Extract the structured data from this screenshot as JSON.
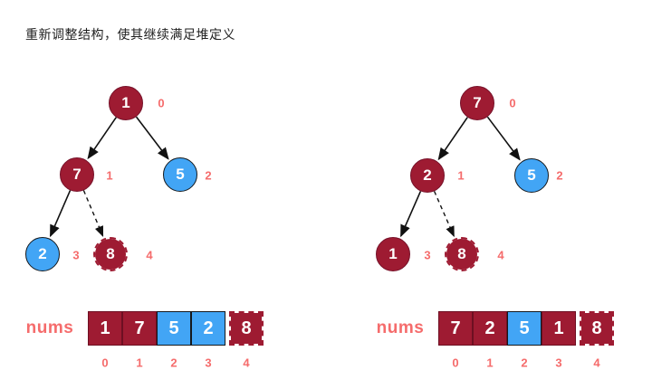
{
  "title": "重新调整结构，使其继续满足堆定义",
  "colors": {
    "node_red": "#9E1B32",
    "node_blue": "#42A5F5",
    "index_label": "#F56C6C",
    "arrow": "#111111"
  },
  "trees": [
    {
      "id": "left",
      "nodes": [
        {
          "value": "1",
          "index": "0",
          "style": "red"
        },
        {
          "value": "7",
          "index": "1",
          "style": "red"
        },
        {
          "value": "5",
          "index": "2",
          "style": "blue"
        },
        {
          "value": "2",
          "index": "3",
          "style": "blue"
        },
        {
          "value": "8",
          "index": "4",
          "style": "red-dashed"
        }
      ],
      "edges": [
        {
          "from": "0",
          "to": "1",
          "line": "solid"
        },
        {
          "from": "0",
          "to": "2",
          "line": "solid"
        },
        {
          "from": "1",
          "to": "3",
          "line": "solid"
        },
        {
          "from": "1",
          "to": "4",
          "line": "dashed"
        }
      ]
    },
    {
      "id": "right",
      "nodes": [
        {
          "value": "7",
          "index": "0",
          "style": "red"
        },
        {
          "value": "2",
          "index": "1",
          "style": "red"
        },
        {
          "value": "5",
          "index": "2",
          "style": "blue"
        },
        {
          "value": "1",
          "index": "3",
          "style": "red"
        },
        {
          "value": "8",
          "index": "4",
          "style": "red-dashed"
        }
      ],
      "edges": [
        {
          "from": "0",
          "to": "1",
          "line": "solid"
        },
        {
          "from": "0",
          "to": "2",
          "line": "solid"
        },
        {
          "from": "1",
          "to": "3",
          "line": "solid"
        },
        {
          "from": "1",
          "to": "4",
          "line": "dashed"
        }
      ]
    }
  ],
  "arrays": [
    {
      "label": "nums",
      "cells": [
        {
          "value": "1",
          "style": "red"
        },
        {
          "value": "7",
          "style": "red"
        },
        {
          "value": "5",
          "style": "blue"
        },
        {
          "value": "2",
          "style": "blue"
        },
        {
          "value": "8",
          "style": "red-dashed"
        }
      ],
      "indices": [
        "0",
        "1",
        "2",
        "3",
        "4"
      ]
    },
    {
      "label": "nums",
      "cells": [
        {
          "value": "7",
          "style": "red"
        },
        {
          "value": "2",
          "style": "red"
        },
        {
          "value": "5",
          "style": "blue"
        },
        {
          "value": "1",
          "style": "red"
        },
        {
          "value": "8",
          "style": "red-dashed"
        }
      ],
      "indices": [
        "0",
        "1",
        "2",
        "3",
        "4"
      ]
    }
  ]
}
